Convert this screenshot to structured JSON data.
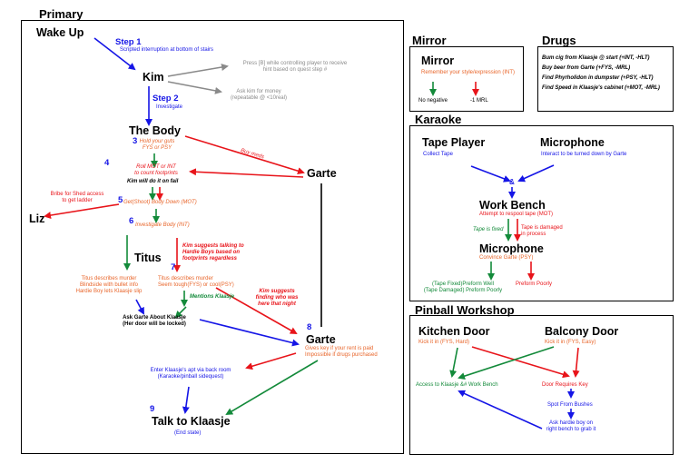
{
  "colors": {
    "blue": "#1515e6",
    "red": "#e8141a",
    "green": "#138a3a",
    "orange": "#e8652a",
    "gray": "#8a8a8a"
  },
  "primary": {
    "title": "Primary",
    "wake_up": "Wake Up",
    "step1": "Step 1",
    "step1_note": "Scripted interruption at bottom of stairs",
    "kim": "Kim",
    "press_b": [
      "Press [B] while controlling player to receive",
      "hint based on quest step #"
    ],
    "ask_kim": [
      "Ask kim for money",
      "(repeatable @ <10real)"
    ],
    "step2": "Step 2",
    "step2_note": "Investigate",
    "the_body": "The Body",
    "n3": "3",
    "hold_guts": [
      "Hold your guts",
      "FYS or PSY"
    ],
    "buy_meds": "Buy meds",
    "garte1": "Garte",
    "n4": "4",
    "roll_mot": [
      "Roll MOT or INT",
      "to count footprints"
    ],
    "kim_fail": "Kim will do it on fail",
    "bribe": [
      "Bribe for Shed access",
      "to get ladder"
    ],
    "n5": "5",
    "get_shot": "Get(Shoot) Body Down (MOT)",
    "liz": "Liz",
    "n6": "6",
    "investigate_body": "Investigate Body (INT)",
    "titus": "Titus",
    "n7": "7",
    "kim_suggests_hardie": [
      "Kim suggests talking to",
      "Hardie Boys based on",
      "footprints regardless"
    ],
    "titus_describes_left": [
      "Titus describes murder",
      "Blindside with bullet info",
      "Hardie Boy lets Klaasje slip"
    ],
    "titus_describes_right": [
      "Titus describes murder",
      "Seem tough(FYS) or cool(PSY)"
    ],
    "mentions_klaasje": "Mentions Klaasje",
    "kim_suggests_finding": [
      "Kim suggests",
      "finding who was",
      "here that night"
    ],
    "ask_garte": [
      "Ask Garte About Klaasje",
      "(Her door will be locked)"
    ],
    "n8": "8",
    "garte2": "Garte",
    "garte_keys": [
      "Gives key if your rent is paid",
      "Impossible if drugs purchased"
    ],
    "enter_apt": [
      "Enter Klaasje's apt via back room",
      "(Karaoke/pinball sidequest)"
    ],
    "n9": "9",
    "talk_klaasje": "Talk to Klaasje",
    "end_state": "(End state)"
  },
  "mirror": {
    "title": "Mirror",
    "inner_title": "Mirror",
    "note": "Remember your style/expression (INT)",
    "no_negative": "No negative",
    "minus_mrl": "-1 MRL"
  },
  "drugs": {
    "title": "Drugs",
    "items": [
      "Bum cig from Klaasje @ start (+INT, -HLT)",
      "Buy beer from Garte (+FYS, -MRL)",
      "Find Phyrholidon in dumpster (+PSY, -HLT)",
      "Find Speed in Klaasje's cabinet (+MOT, -MRL)"
    ]
  },
  "karaoke": {
    "title": "Karaoke",
    "tape_player": "Tape Player",
    "collect_tape": "Collect Tape",
    "microphone": "Microphone",
    "interact_mic": "Interact to be turned down by Garte",
    "amp": "&",
    "work_bench": "Work Bench",
    "respool": "Attempt to respool tape (MOT)",
    "tape_fixed": "Tape is fixed",
    "tape_damaged": [
      "Tape is damaged",
      "in process"
    ],
    "microphone2": "Microphone",
    "convince": "Convince Garte (PSY)",
    "perform_well": [
      "(Tape Fixed)Preform Well",
      "(Tape Damaged) Preform Poorly"
    ],
    "perform_poorly": "Preform Poorly"
  },
  "pinball": {
    "title": "Pinball Workshop",
    "kitchen_door": "Kitchen Door",
    "kick_hard": "Kick it in (FYS, Hard)",
    "balcony_door": "Balcony Door",
    "kick_easy": "Kick it in (FYS, Easy)",
    "access": "Access to Klaasje &# Work Bench",
    "door_key": "Door Requires Key",
    "spot": "Spot From Bushes",
    "ask_hardie": [
      "Ask hardie boy on",
      "right bench to grab it"
    ]
  }
}
